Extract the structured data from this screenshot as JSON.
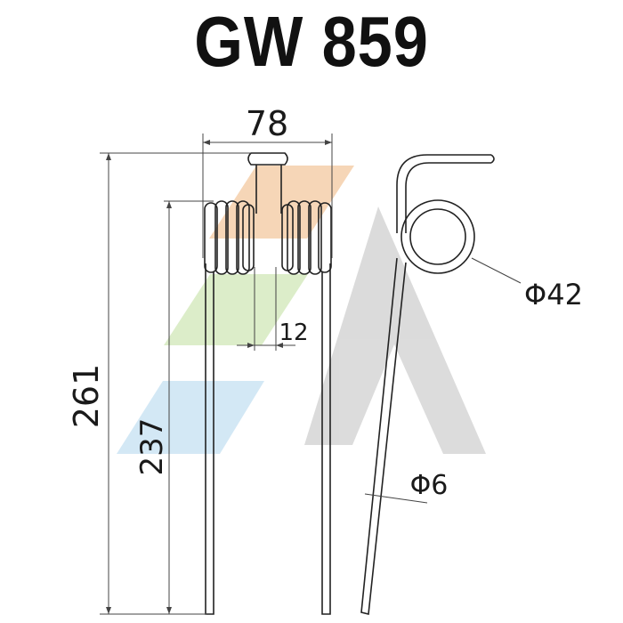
{
  "title": "GW 859",
  "dimensions": {
    "width": "78",
    "height_total": "261",
    "height_leg": "237",
    "gap": "12",
    "coil_diameter": "Φ42",
    "wire_diameter": "Φ6"
  },
  "colors": {
    "line": "#222222",
    "watermark_orange": "#f6d2b0",
    "watermark_green": "#d9ecc4",
    "watermark_blue": "#cfe6f4",
    "watermark_gray": "#d8d8d8"
  }
}
